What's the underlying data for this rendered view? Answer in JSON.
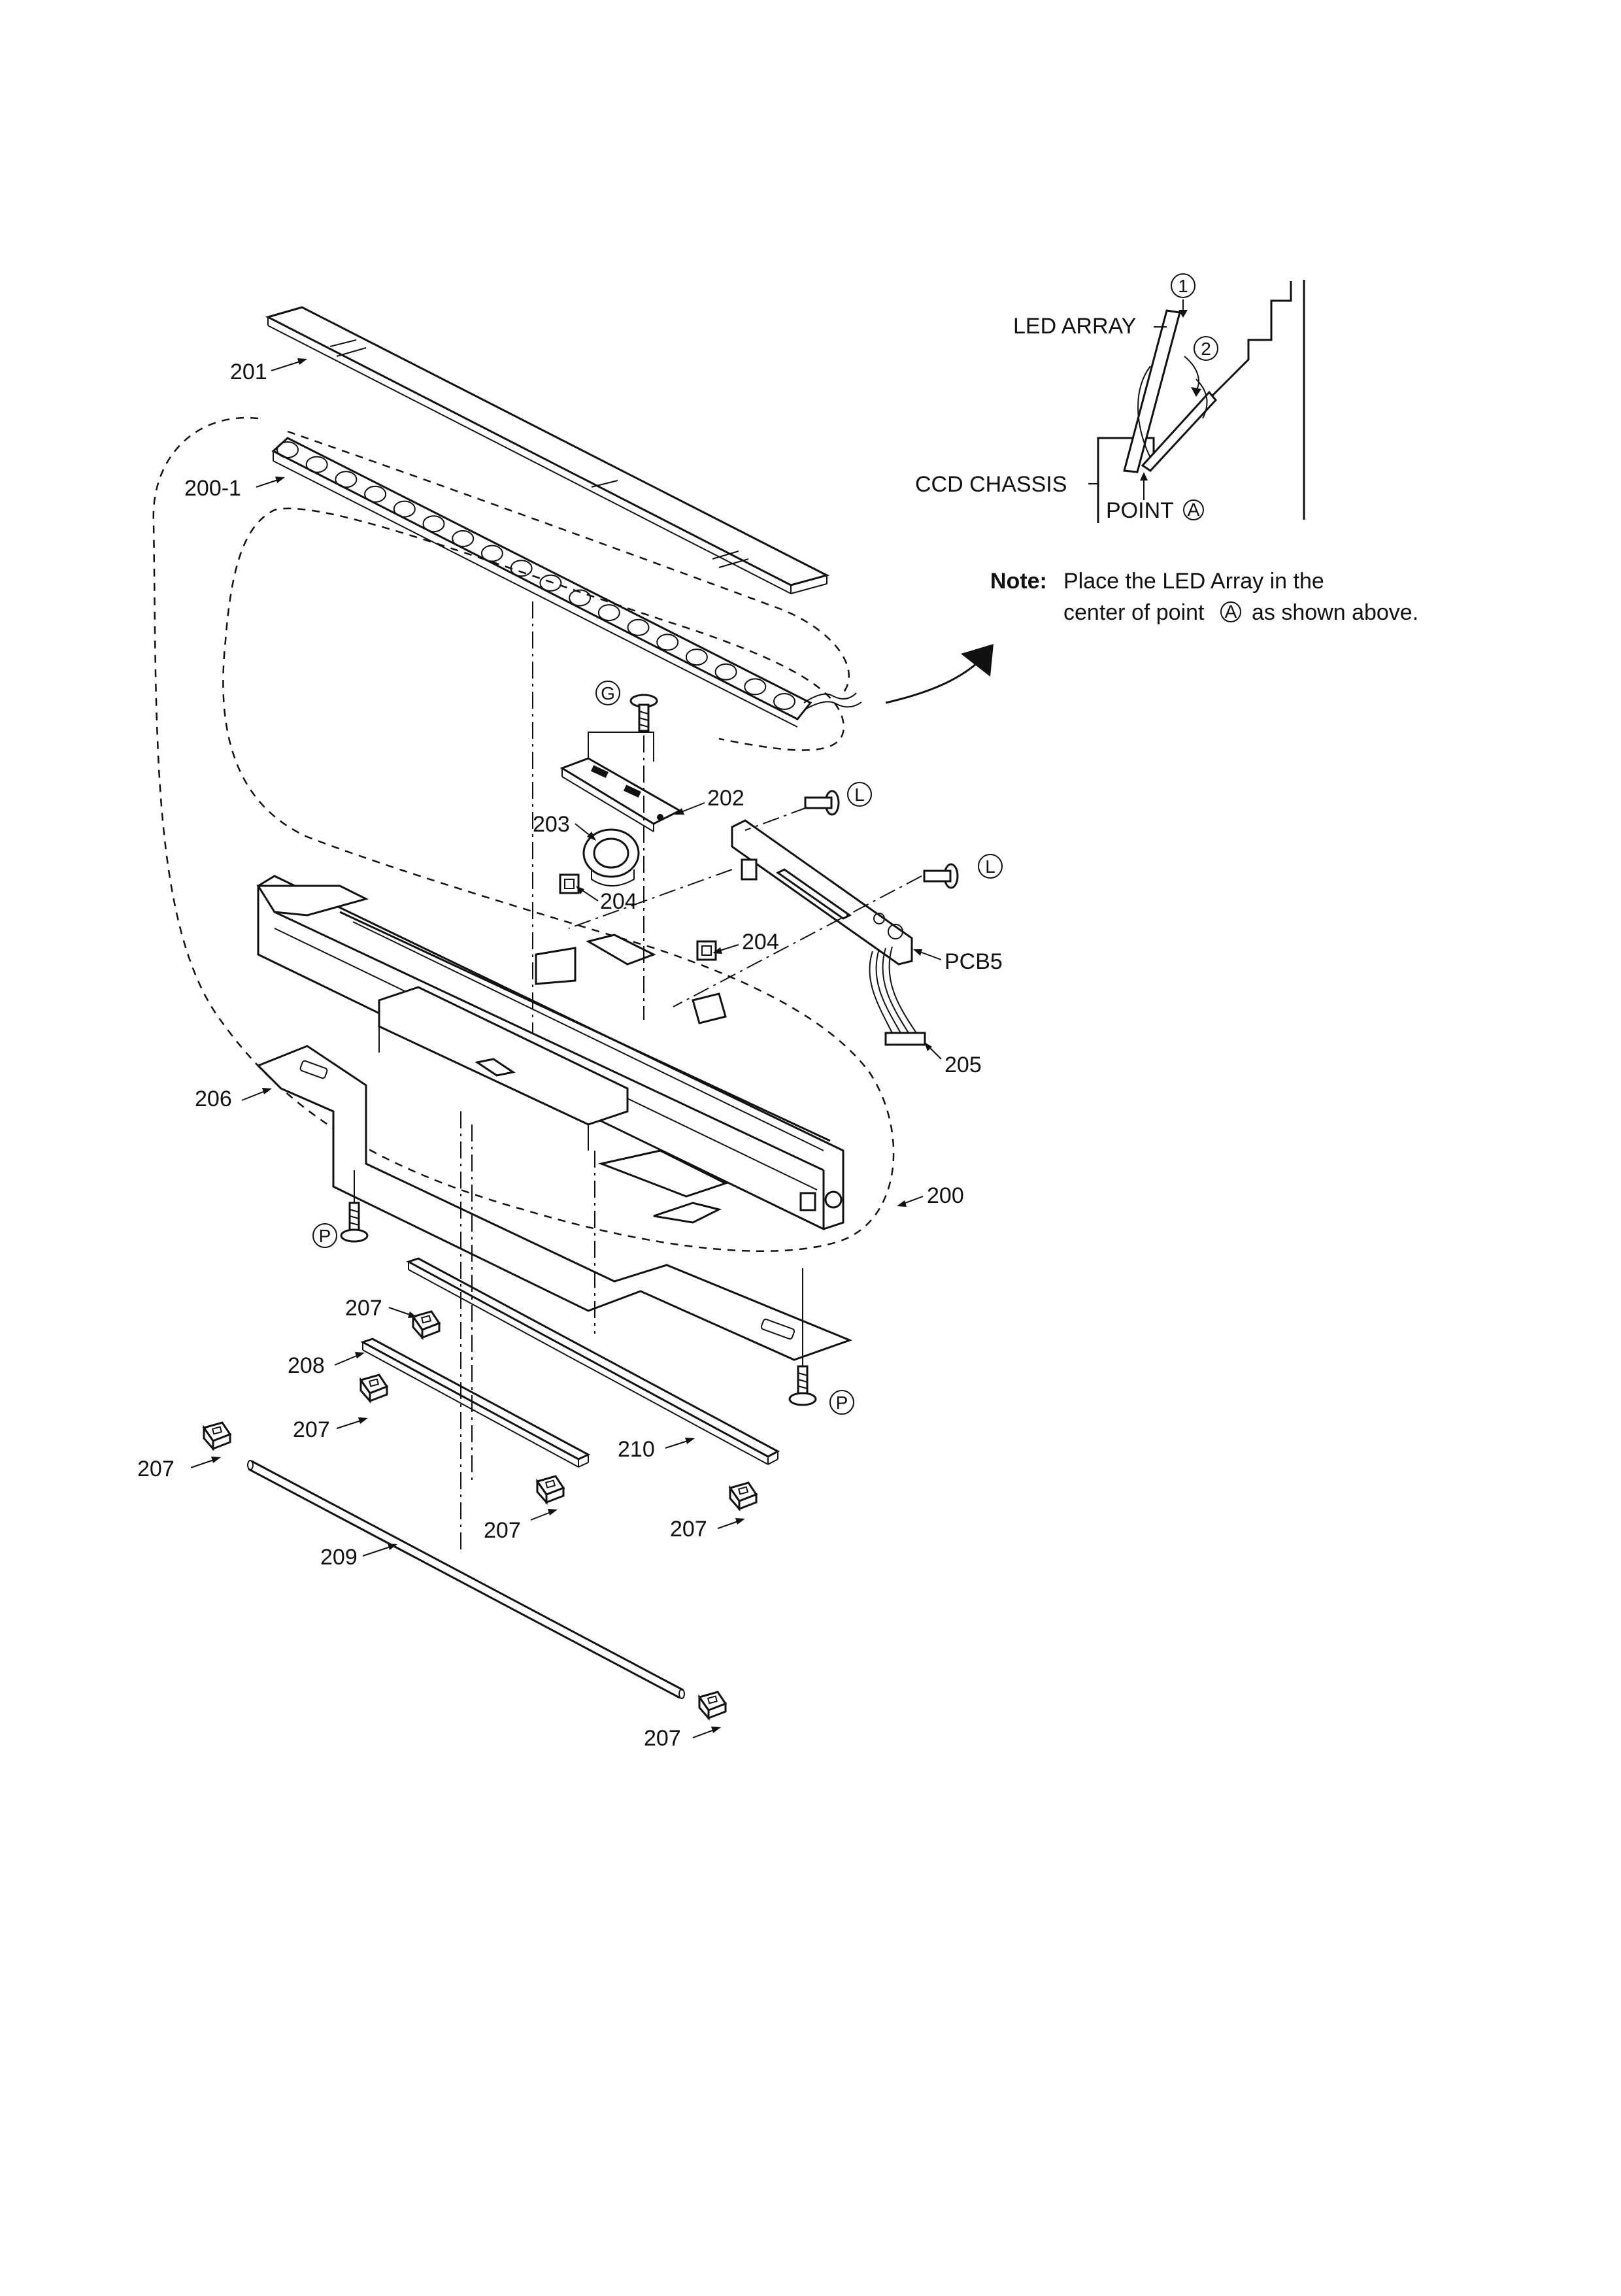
{
  "labels": {
    "l201": "201",
    "l200_1": "200-1",
    "l202": "202",
    "l203": "203",
    "l204a": "204",
    "l204b": "204",
    "l205": "205",
    "l206": "206",
    "l200": "200",
    "l207a": "207",
    "l207b": "207",
    "l207c": "207",
    "l207d": "207",
    "l207e": "207",
    "l207f": "207",
    "l208": "208",
    "l209": "209",
    "l210": "210",
    "pcb5": "PCB5"
  },
  "screw_marks": {
    "g": "G",
    "l1": "L",
    "l2": "L",
    "p1": "P",
    "p2": "P"
  },
  "detail": {
    "led_array": "LED ARRAY",
    "ccd_chassis": "CCD CHASSIS",
    "point": "POINT",
    "point_mark": "A",
    "step1": "1",
    "step2": "2"
  },
  "note": {
    "prefix": "Note:",
    "line1": "Place the LED Array in the",
    "line2": "center of point",
    "line2_mark": "A",
    "line2_end": "as shown above."
  }
}
